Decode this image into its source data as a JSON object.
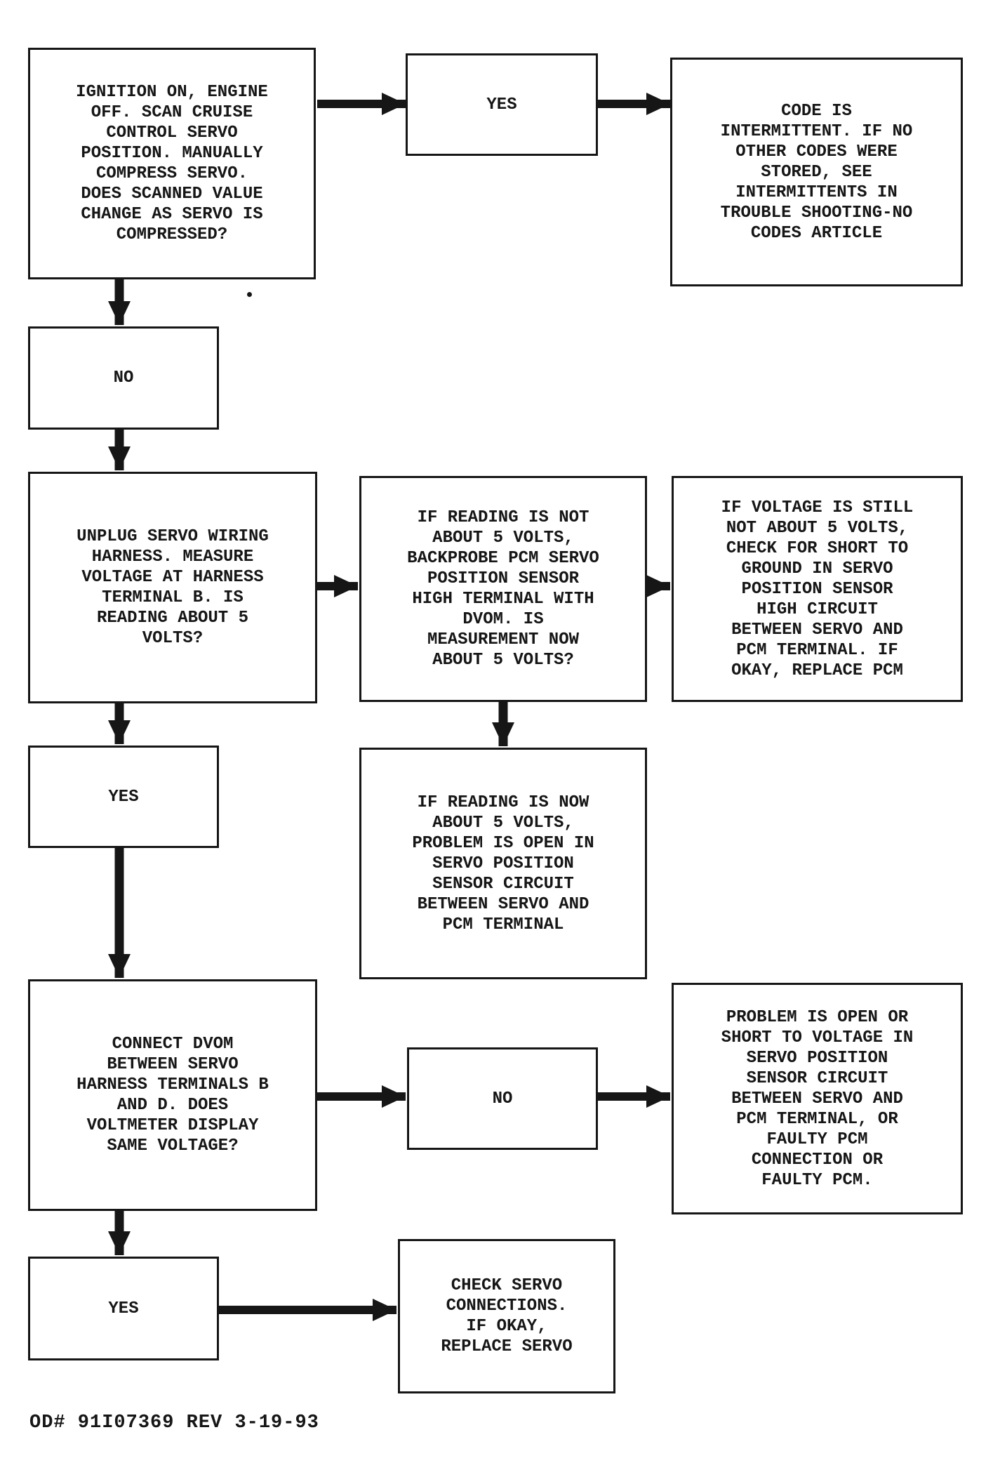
{
  "page": {
    "background": "#ffffff",
    "ink": "#161616"
  },
  "nodes": {
    "start": {
      "text": "IGNITION ON, ENGINE\nOFF. SCAN CRUISE\nCONTROL SERVO\nPOSITION. MANUALLY\nCOMPRESS SERVO.\nDOES SCANNED VALUE\nCHANGE AS SERVO IS\nCOMPRESSED?"
    },
    "yes1": {
      "text": "YES"
    },
    "code_intermittent": {
      "text": "CODE IS\nINTERMITTENT. IF NO\nOTHER CODES WERE\nSTORED, SEE\nINTERMITTENTS IN\nTROUBLE SHOOTING-NO\nCODES ARTICLE"
    },
    "no1": {
      "text": "NO"
    },
    "unplug_servo": {
      "text": "UNPLUG SERVO WIRING\nHARNESS. MEASURE\nVOLTAGE AT HARNESS\nTERMINAL B. IS\nREADING ABOUT 5\nVOLTS?"
    },
    "backprobe": {
      "text": "IF READING IS NOT\nABOUT 5 VOLTS,\nBACKPROBE PCM SERVO\nPOSITION SENSOR\nHIGH TERMINAL WITH\nDVOM. IS\nMEASUREMENT NOW\nABOUT 5 VOLTS?"
    },
    "short_to_ground": {
      "text": "IF VOLTAGE IS STILL\nNOT ABOUT 5 VOLTS,\nCHECK FOR SHORT TO\nGROUND IN SERVO\nPOSITION SENSOR\nHIGH CIRCUIT\nBETWEEN SERVO AND\nPCM TERMINAL. IF\nOKAY, REPLACE PCM"
    },
    "yes2": {
      "text": "YES"
    },
    "open_in_circuit": {
      "text": "IF READING IS NOW\nABOUT 5 VOLTS,\nPROBLEM IS OPEN IN\nSERVO POSITION\nSENSOR CIRCUIT\nBETWEEN SERVO AND\nPCM TERMINAL"
    },
    "connect_dvom": {
      "text": "CONNECT DVOM\nBETWEEN SERVO\nHARNESS TERMINALS B\nAND D. DOES\nVOLTMETER DISPLAY\nSAME VOLTAGE?"
    },
    "no2": {
      "text": "NO"
    },
    "open_or_short": {
      "text": "PROBLEM IS OPEN OR\nSHORT TO VOLTAGE IN\nSERVO POSITION\nSENSOR CIRCUIT\nBETWEEN SERVO AND\nPCM TERMINAL, OR\nFAULTY PCM\nCONNECTION OR\nFAULTY PCM."
    },
    "yes3": {
      "text": "YES"
    },
    "check_servo": {
      "text": "CHECK SERVO\nCONNECTIONS.\nIF OKAY,\nREPLACE SERVO"
    }
  },
  "footer": {
    "text": "OD# 91I07369 REV 3-19-93"
  }
}
